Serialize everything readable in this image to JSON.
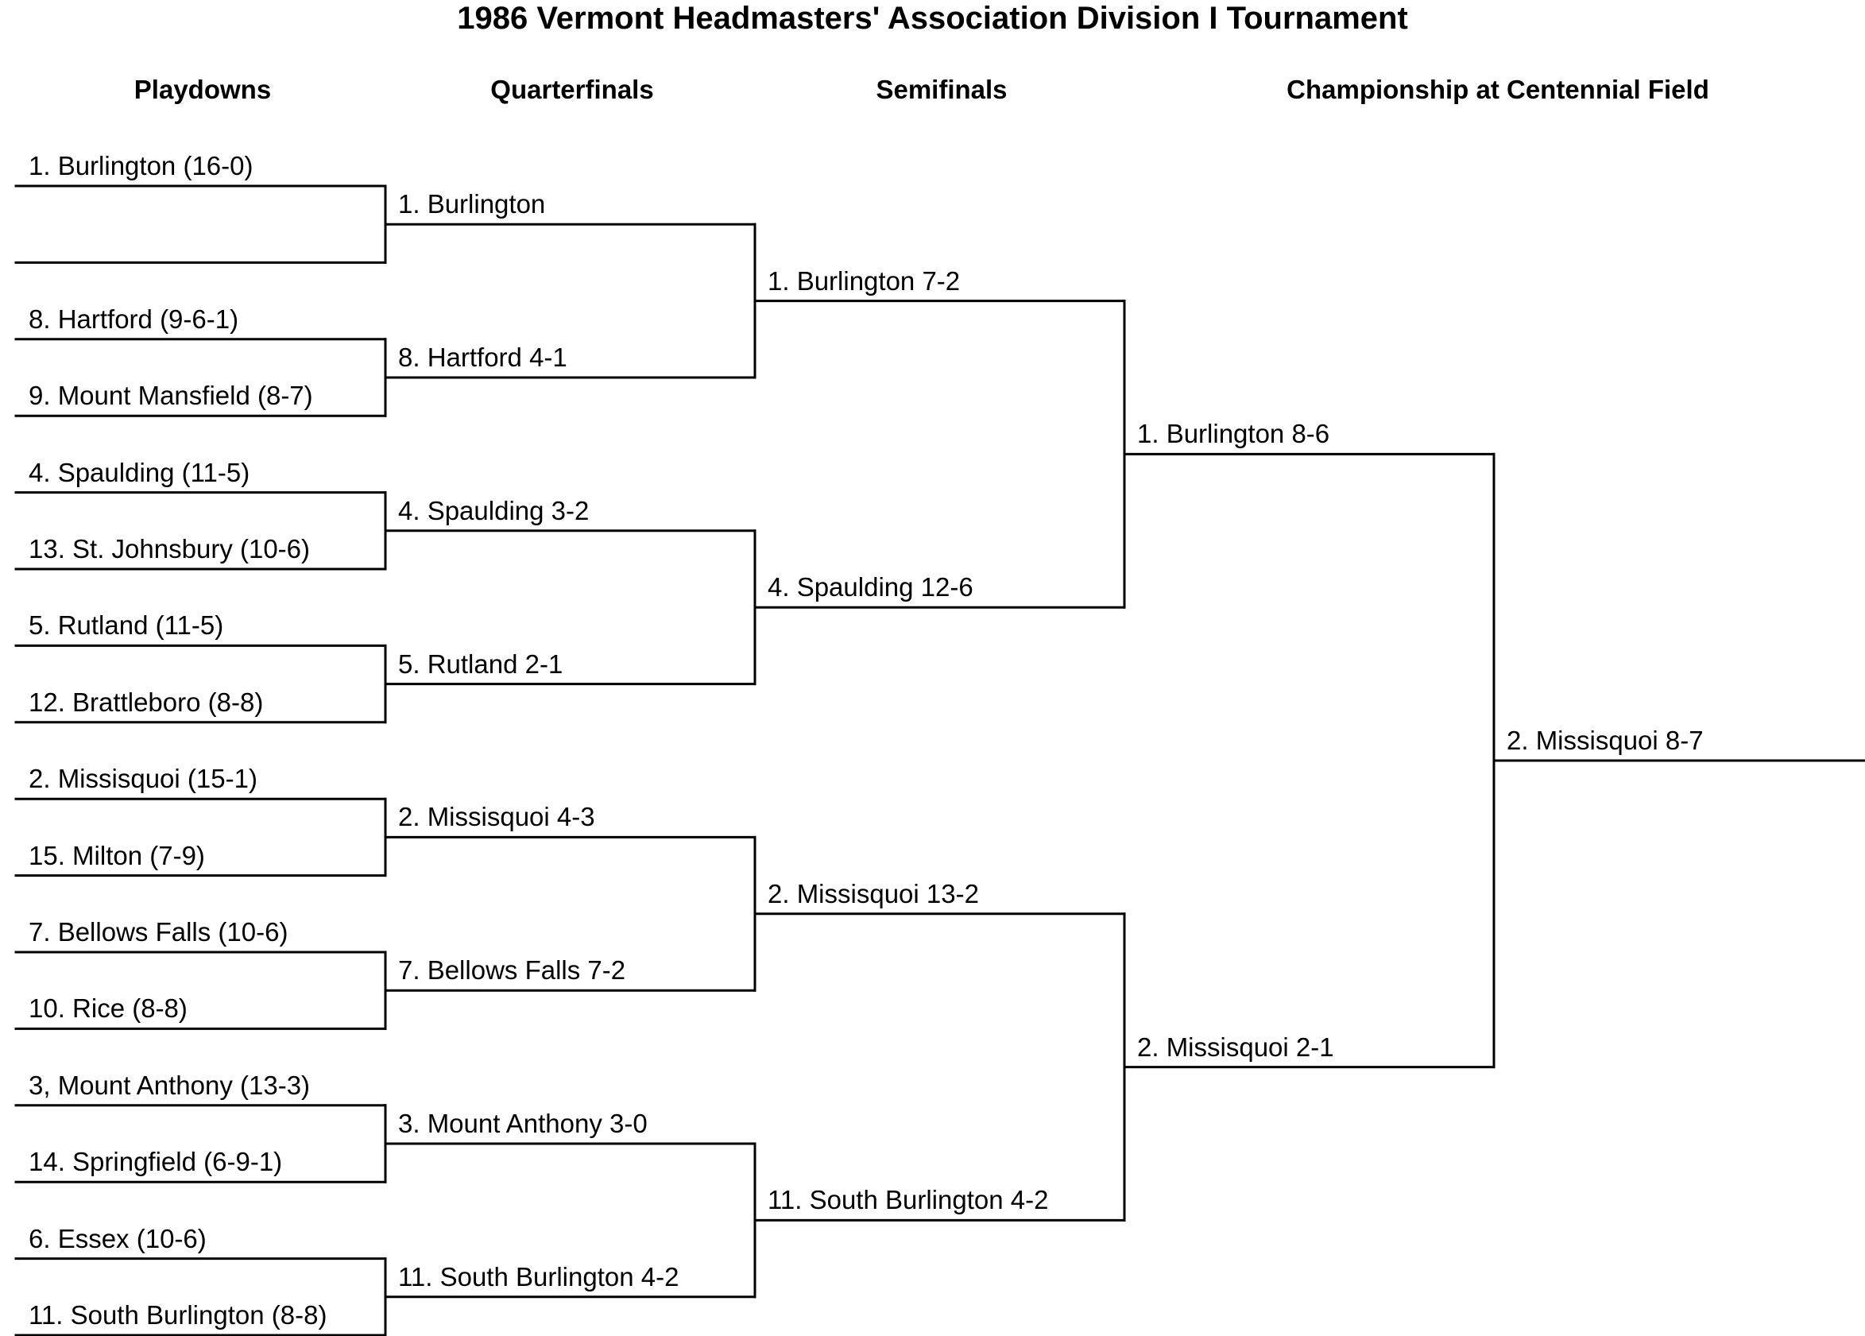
{
  "title": "1986 Vermont Headmasters' Association Division I Tournament",
  "round_headers": [
    "Playdowns",
    "Quarterfinals",
    "Semifinals",
    "Championship at Centennial Field"
  ],
  "rounds": [
    [
      "1. Burlington (16-0)",
      "",
      "8. Hartford (9-6-1)",
      "9. Mount Mansfield (8-7)",
      "4. Spaulding (11-5)",
      "13. St. Johnsbury (10-6)",
      "5. Rutland (11-5)",
      "12. Brattleboro (8-8)",
      "2. Missisquoi (15-1)",
      "15. Milton (7-9)",
      "7. Bellows Falls (10-6)",
      "10. Rice (8-8)",
      "3, Mount Anthony (13-3)",
      "14. Springfield (6-9-1)",
      "6. Essex (10-6)",
      "11. South Burlington (8-8)"
    ],
    [
      "1. Burlington",
      "8. Hartford 4-1",
      "4. Spaulding 3-2",
      "5. Rutland 2-1",
      "2. Missisquoi 4-3",
      "7. Bellows Falls 7-2",
      "3. Mount Anthony 3-0",
      "11. South Burlington 4-2"
    ],
    [
      "1. Burlington 7-2",
      "4. Spaulding 12-6",
      "2. Missisquoi 13-2",
      "11. South Burlington 4-2"
    ],
    [
      "1. Burlington 8-6",
      "2. Missisquoi 2-1"
    ],
    [
      "2. Missisquoi 8-7"
    ]
  ]
}
